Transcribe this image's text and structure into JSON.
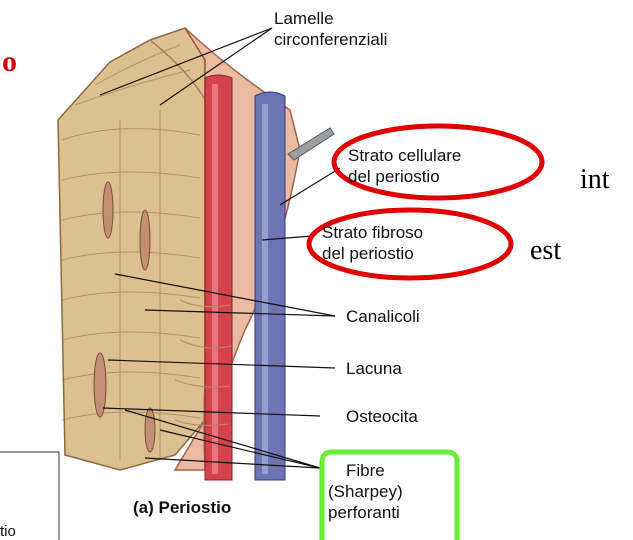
{
  "corner_letter": "o",
  "caption": "(a) Periostio",
  "clipped_fragment": "tio",
  "side_notes": {
    "inner": "int",
    "outer": "est"
  },
  "labels": {
    "lamelle_line1": "Lamelle",
    "lamelle_line2": "circonferenziali",
    "strato_cellulare_line1": "Strato cellulare",
    "strato_cellulare_line2": "del periostio",
    "strato_fibroso_line1": "Strato fibroso",
    "strato_fibroso_line2": "del periostio",
    "canalicoli": "Canalicoli",
    "lacuna": "Lacuna",
    "osteocita": "Osteocita",
    "fibre_line1": "Fibre",
    "fibre_line2": "(Sharpey)",
    "fibre_line3": "perforanti"
  },
  "colors": {
    "highlight_red": "#e00000",
    "highlight_green": "#66ee33",
    "bone": "#d9b98a",
    "periosteum": "#e8b69a",
    "artery": "#d8404a",
    "vein": "#6f78b4"
  }
}
